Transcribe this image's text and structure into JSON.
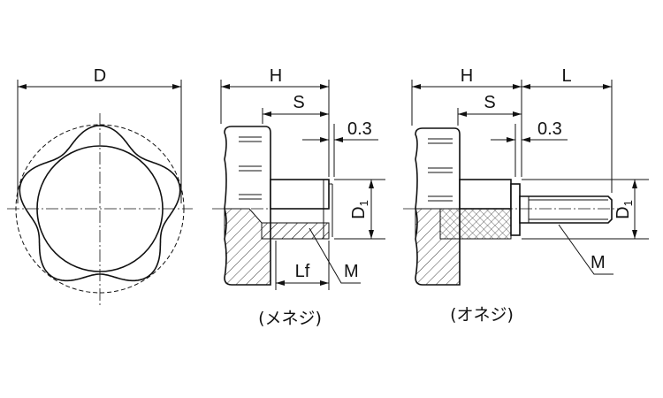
{
  "labels": {
    "top_view": {
      "diameter": "D"
    },
    "female": {
      "height": "H",
      "s": "S",
      "gap": "0.3",
      "d1_main": "D",
      "d1_sub": "1",
      "thread_length": "Lf",
      "thread": "M",
      "caption": "(メネジ)"
    },
    "male": {
      "height": "H",
      "length": "L",
      "s": "S",
      "gap": "0.3",
      "d1_main": "D",
      "d1_sub": "1",
      "thread": "M",
      "caption": "(オネジ)"
    }
  }
}
